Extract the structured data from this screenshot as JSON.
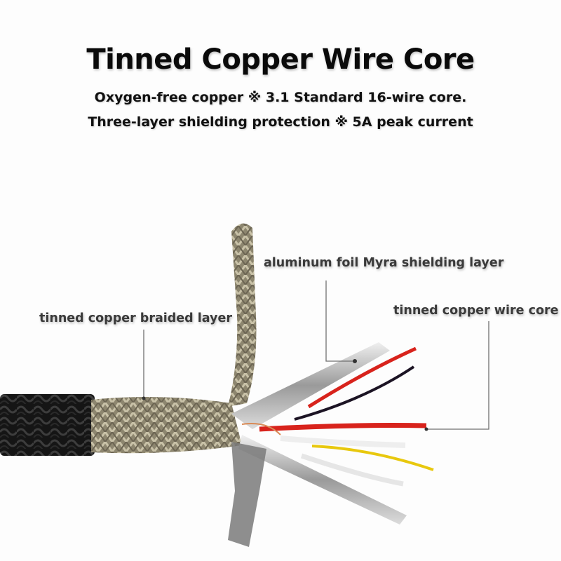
{
  "heading": {
    "title": "Tinned Copper Wire Core",
    "line1": "Oxygen-free copper ※ 3.1 Standard 16-wire core.",
    "line2": "Three-layer shielding protection ※ 5A peak current"
  },
  "callouts": {
    "braided": "tinned copper braided layer",
    "foil": "aluminum foil Myra shielding layer",
    "core": "tinned copper wire core"
  },
  "colors": {
    "background": "#fdfdfd",
    "jacket": "#1a1a1a",
    "braid": "#9c9580",
    "foil": "#c8c8c8",
    "wire_red": "#d8231c",
    "wire_black": "#1c1424",
    "wire_yellow": "#e8c80e",
    "wire_white": "#eeeeee",
    "leader_line": "#707070"
  }
}
